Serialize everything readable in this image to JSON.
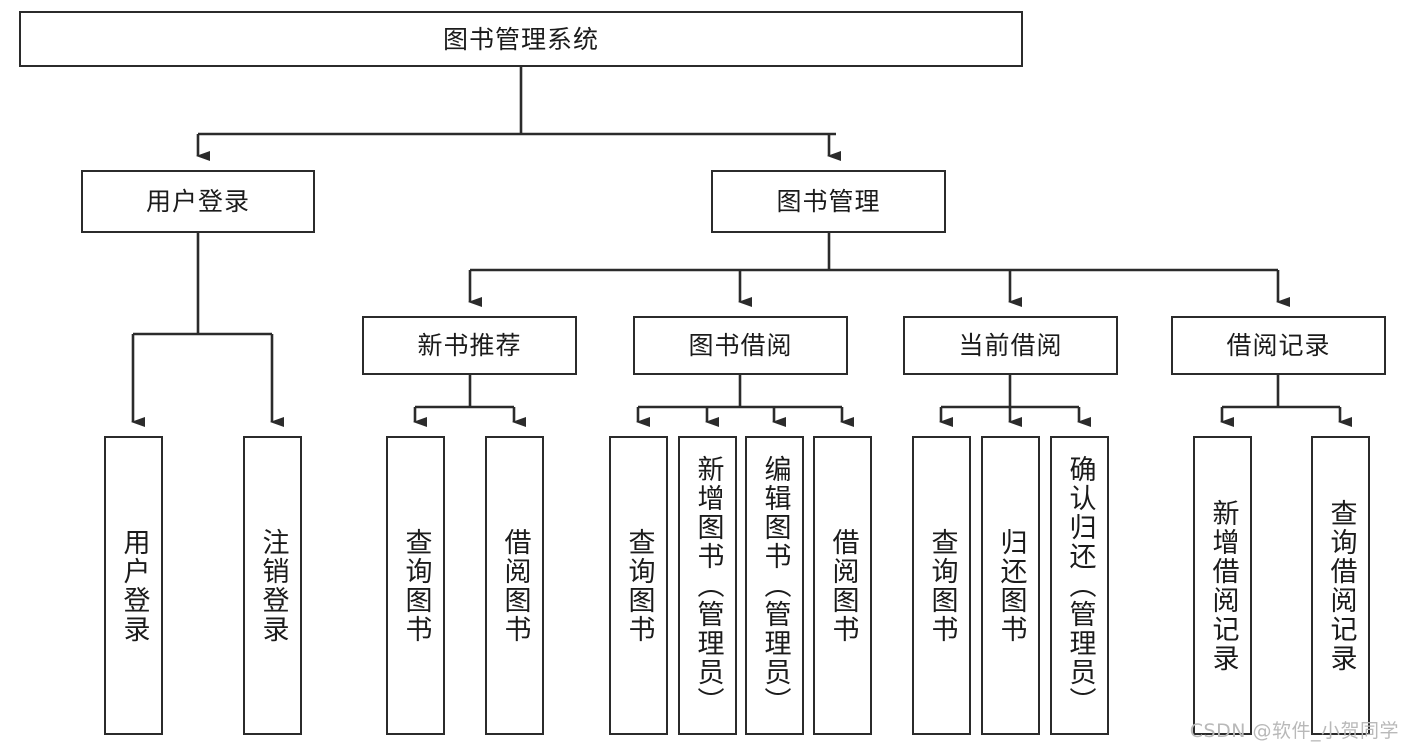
{
  "diagram": {
    "type": "tree",
    "title": "图书管理系统",
    "root": {
      "label": "图书管理系统"
    },
    "level1": [
      {
        "label": "用户登录"
      },
      {
        "label": "图书管理"
      }
    ],
    "level2": [
      {
        "label": "新书推荐"
      },
      {
        "label": "图书借阅"
      },
      {
        "label": "当前借阅"
      },
      {
        "label": "借阅记录"
      }
    ],
    "leaves": {
      "user_login": [
        {
          "label": "用户登录"
        },
        {
          "label": "注销登录"
        }
      ],
      "new_book_recommend": [
        {
          "label": "查询图书"
        },
        {
          "label": "借阅图书"
        }
      ],
      "book_borrow": [
        {
          "label": "查询图书"
        },
        {
          "label": "新增图书（管理员）"
        },
        {
          "label": "编辑图书（管理员）"
        },
        {
          "label": "借阅图书"
        }
      ],
      "current_borrow": [
        {
          "label": "查询图书"
        },
        {
          "label": "归还图书"
        },
        {
          "label": "确认归还（管理员）"
        }
      ],
      "borrow_record": [
        {
          "label": "新增借阅记录"
        },
        {
          "label": "查询借阅记录"
        }
      ]
    }
  },
  "watermark": {
    "text": "CSDN @软件_小贺同学"
  },
  "colors": {
    "stroke": "#2b2b2b",
    "fill": "#ffffff",
    "text": "#1b1b1b",
    "watermark": "#b9b9b9"
  }
}
